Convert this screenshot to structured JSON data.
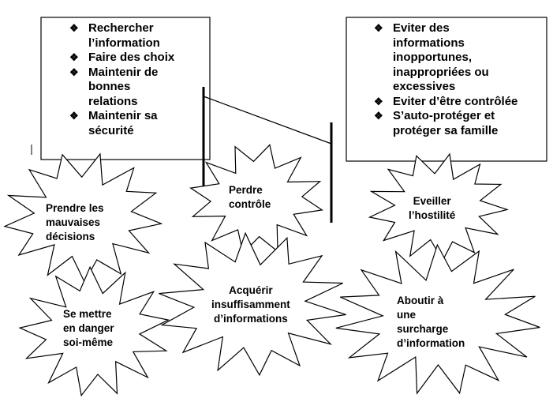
{
  "left_box": {
    "items": [
      [
        "Rechercher",
        "l’information"
      ],
      [
        "Faire des choix"
      ],
      [
        "Maintenir de",
        "bonnes",
        "relations"
      ],
      [
        "Maintenir sa",
        "sécurité"
      ]
    ]
  },
  "right_box": {
    "items": [
      [
        "Eviter des",
        "informations",
        "inopportunes,",
        "inappropriées ou",
        "excessives"
      ],
      [
        "Eviter d’être contrôlée"
      ],
      [
        "S’auto-protéger et",
        "protéger sa famille"
      ]
    ]
  },
  "bursts": {
    "perdre_controle": [
      "Perdre",
      "contrôle"
    ],
    "mauvaises_decisions": [
      "Prendre les",
      "mauvaises",
      "décisions"
    ],
    "hostilite": [
      "Eveiller",
      "l’hostilité"
    ],
    "insuffisamment": [
      "Acquérir",
      "insuffisamment",
      "d’informations"
    ],
    "danger": [
      "Se mettre",
      "en danger",
      "soi-même"
    ],
    "surcharge": [
      "Aboutir à",
      "une",
      "surcharge",
      "d’information"
    ]
  },
  "colors": {
    "line": "#000000",
    "fill": "#ffffff"
  },
  "bullet_icon": "diamond-bullet-icon"
}
